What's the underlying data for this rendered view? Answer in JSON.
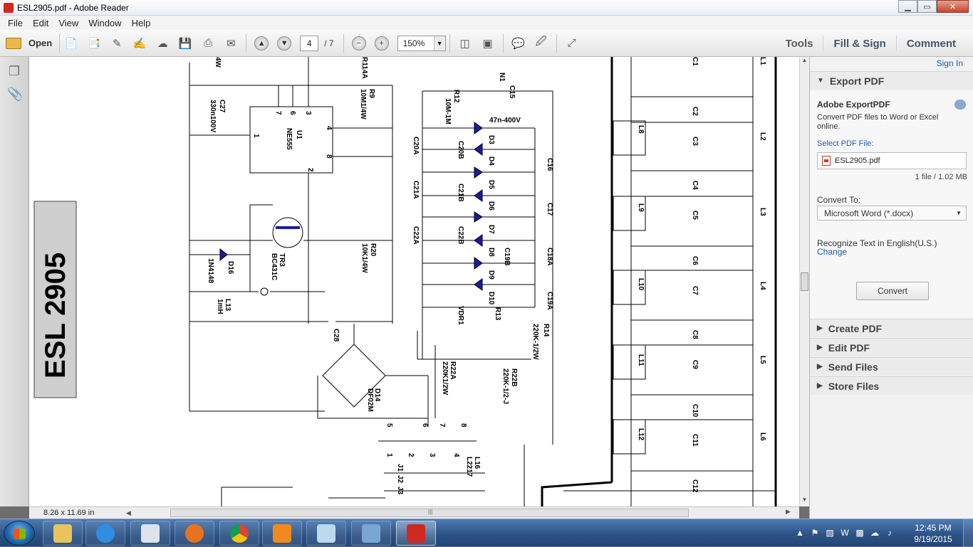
{
  "window": {
    "title": "ESL2905.pdf - Adobe Reader",
    "controls": {
      "minimize": "▁",
      "maximize": "▭",
      "close": "✕"
    }
  },
  "menu": [
    "File",
    "Edit",
    "View",
    "Window",
    "Help"
  ],
  "toolbar": {
    "open_label": "Open",
    "page_current": "4",
    "page_total": "/ 7",
    "zoom_value": "150%",
    "right_tabs": [
      "Tools",
      "Fill & Sign",
      "Comment"
    ]
  },
  "document": {
    "page_size": "8.26 x 11.69 in",
    "schematic": {
      "title_block": "ESL 2905",
      "labels": [
        "C27",
        "330n100V",
        "4W",
        "R114A",
        "R9",
        "10M1/4W",
        "U1",
        "NE555",
        "7",
        "6",
        "3",
        "1",
        "4",
        "8",
        "2",
        "TR3",
        "BC431C",
        "D16",
        "1N4148",
        "L13",
        "1mH",
        "R20",
        "10K1/4W",
        "C28",
        "D14",
        "DF02M",
        "R12",
        "10M-1M",
        "N1",
        "C15",
        "47n-400V",
        "C20A",
        "C20B",
        "D3",
        "D4",
        "C16",
        "C21A",
        "C21B",
        "D5",
        "D6",
        "C17",
        "C22A",
        "C22B",
        "D7",
        "D8",
        "C19B",
        "C18A",
        "D9",
        "D10",
        "C19A",
        "VDR1",
        "R13",
        "R14",
        "220K-1/2W",
        "R22A",
        "220K1/2W",
        "R22B",
        "220K-1/2-J",
        "5",
        "6",
        "7",
        "8",
        "1",
        "2",
        "3",
        "4",
        "J1",
        "J2",
        "J3",
        "L16",
        "L2217",
        "C1",
        "L1",
        "C2",
        "L8",
        "C3",
        "L2",
        "C4",
        "C5",
        "L9",
        "L3",
        "C6",
        "C7",
        "L10",
        "L4",
        "C8",
        "C9",
        "L11",
        "L5",
        "C10",
        "C11",
        "L12",
        "L6",
        "C12"
      ]
    }
  },
  "right_pane": {
    "sign_in": "Sign In",
    "export": {
      "header": "Export PDF",
      "title": "Adobe ExportPDF",
      "description": "Convert PDF files to Word or Excel online.",
      "select_label": "Select PDF File:",
      "file_name": "ESL2905.pdf",
      "file_info": "1 file / 1.02 MB",
      "convert_to_label": "Convert To:",
      "convert_to_value": "Microsoft Word (*.docx)",
      "recognize": "Recognize Text in English(U.S.)",
      "change": "Change",
      "convert_button": "Convert"
    },
    "sections": [
      "Create PDF",
      "Edit PDF",
      "Send Files",
      "Store Files"
    ]
  },
  "taskbar": {
    "apps": [
      "file-explorer",
      "internet-explorer",
      "calculator",
      "firefox",
      "chrome",
      "media-player",
      "notes",
      "photos",
      "adobe-reader"
    ],
    "time": "12:45 PM",
    "date": "9/19/2015"
  }
}
